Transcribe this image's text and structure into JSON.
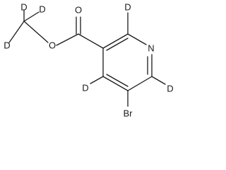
{
  "molecule": {
    "atoms": {
      "carbonyl_oxygen": "O",
      "ester_oxygen": "O",
      "ring_nitrogen": "N",
      "bromine": "Br",
      "methyl_d1": "D",
      "methyl_d2": "D",
      "methyl_d3": "D",
      "ring_d2": "D",
      "ring_d4": "D",
      "ring_d6": "D"
    },
    "colors": {
      "bond": "#1a1a1a",
      "label": "#1a1a1a",
      "background": "#ffffff"
    }
  }
}
